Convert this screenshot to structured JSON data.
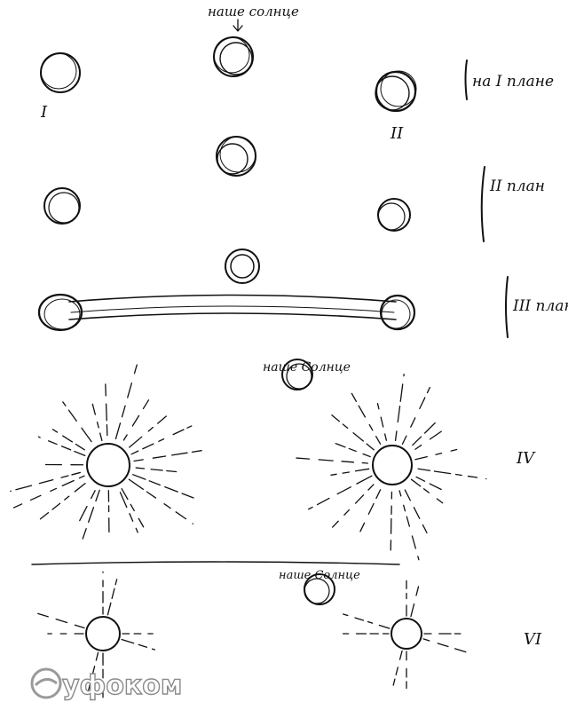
{
  "labels": {
    "our_sun_top": "наше солнце",
    "row1_roman_left": "I",
    "row1_roman_right": "II",
    "row1_caption": "на I плане",
    "row2_caption": "II план",
    "row3_caption": "III план",
    "our_sun_mid": "наше Солнце",
    "row4_caption": "IV",
    "our_sun_bottom": "наше Солнце",
    "row5_caption": "VI",
    "watermark": "уфоком"
  },
  "colors": {
    "ink": "#111111",
    "paper": "#ffffff"
  }
}
